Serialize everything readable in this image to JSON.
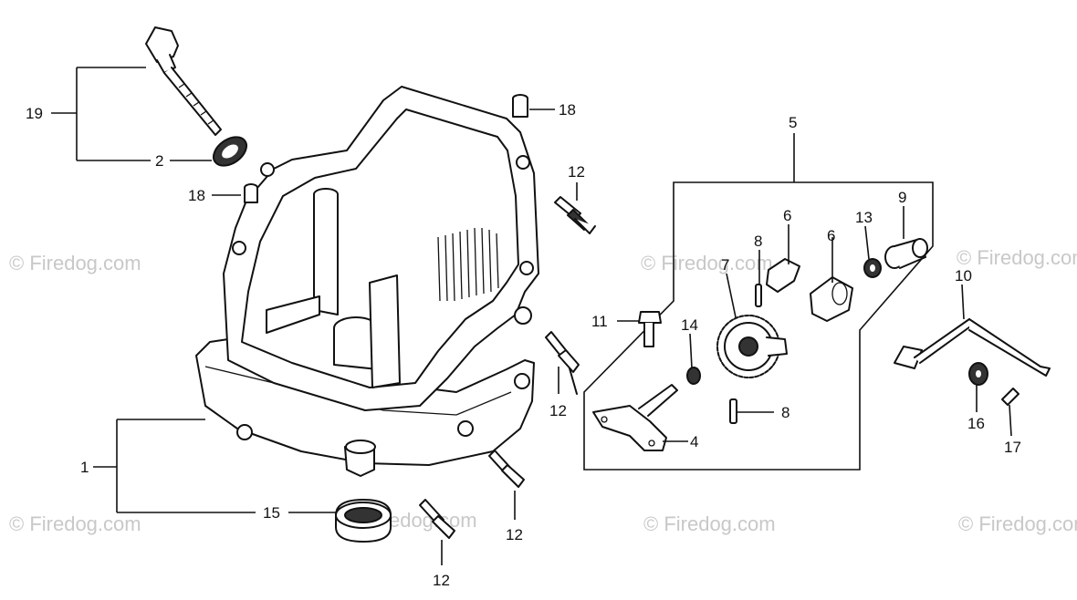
{
  "watermark": "© Firedog.com",
  "callouts": {
    "c19": "19",
    "c2": "2",
    "c18a": "18",
    "c18b": "18",
    "c12a": "12",
    "c12b": "12",
    "c12c": "12",
    "c12d": "12",
    "c1": "1",
    "c15": "15",
    "c5": "5",
    "c6a": "6",
    "c6b": "6",
    "c8a": "8",
    "c8b": "8",
    "c13": "13",
    "c9": "9",
    "c7": "7",
    "c11": "11",
    "c14": "14",
    "c4": "4",
    "c10": "10",
    "c16": "16",
    "c17": "17"
  }
}
